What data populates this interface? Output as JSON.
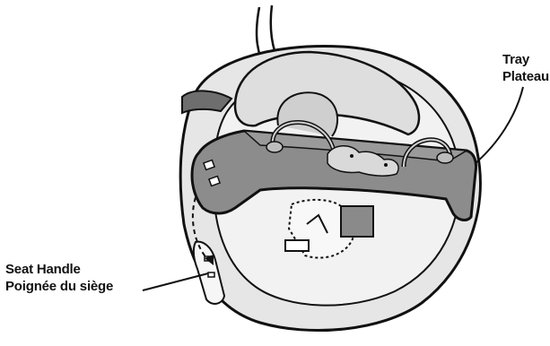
{
  "labels": {
    "tray": {
      "en": "Tray",
      "fr": "Plateau"
    },
    "seat_handle": {
      "en": "Seat Handle",
      "fr": "Poignée du siège"
    }
  },
  "colors": {
    "line": "#111111",
    "shell_fill": "#e6e6e6",
    "tray_fill": "#8c8c8c",
    "pad_fill": "#6e6e6e",
    "background": "#ffffff"
  }
}
